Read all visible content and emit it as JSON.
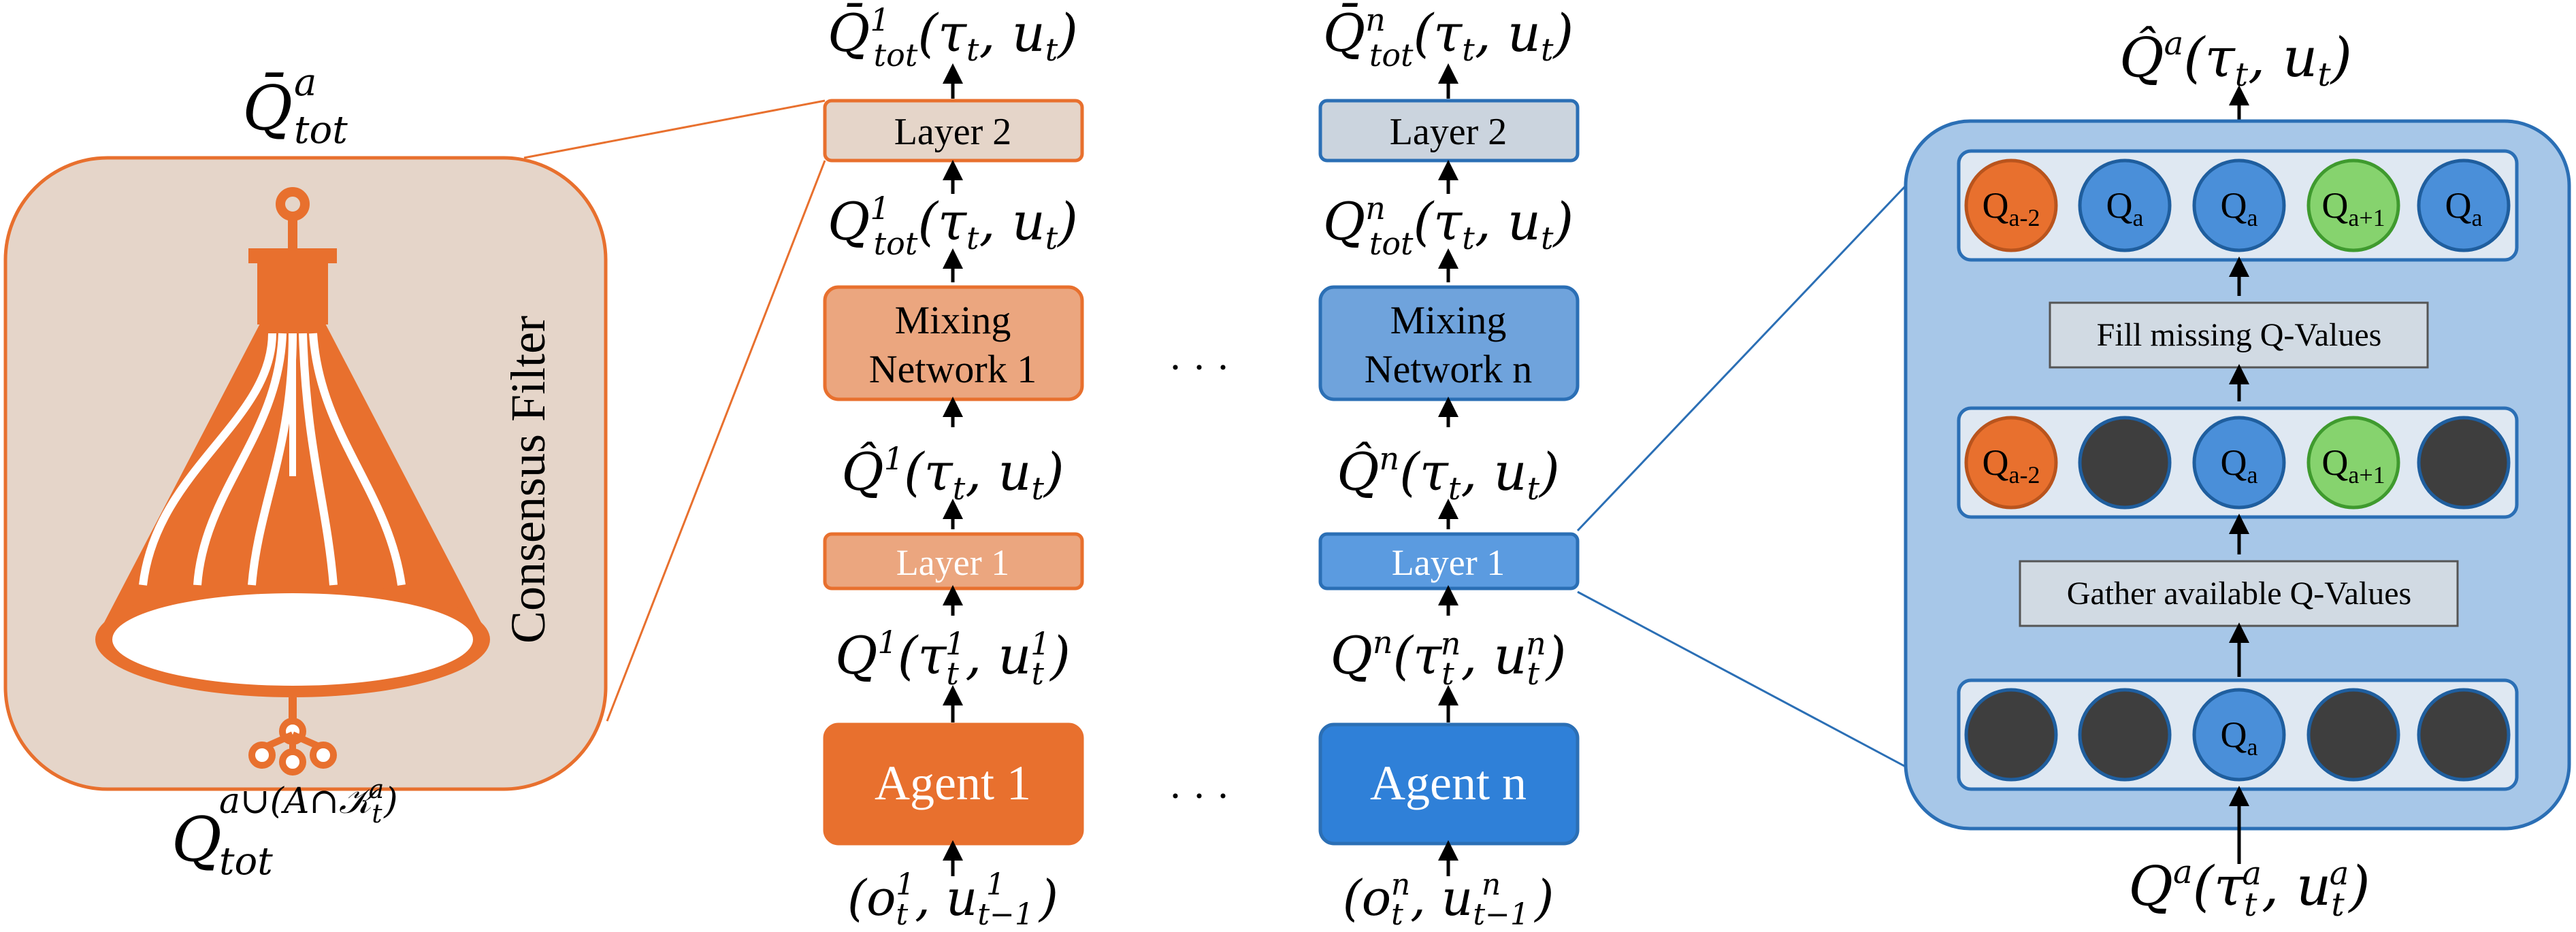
{
  "consensus": {
    "title_symbol": "Q̄",
    "title_sup": "a",
    "title_sub": "tot",
    "filter_label": "Consensus Filter",
    "bottom_symbol": "Q",
    "bottom_sup": "a∪(A∩𝒦",
    "bottom_sup_sub": "t",
    "bottom_sup_sup": "a",
    "bottom_sup_close": ")",
    "bottom_sub": "tot",
    "colors": {
      "box_fill": "#e5d5c9",
      "accent": "#e8702e"
    }
  },
  "columns": [
    {
      "top_out": {
        "sym": "Q̄",
        "sup": "1",
        "sub": "tot",
        "args": "(τ",
        "args_sub": "t",
        "args2": ", u",
        "args2_sub": "t",
        "close": ")"
      },
      "layer2": "Layer 2",
      "mid_out": {
        "sym": "Q",
        "sup": "1",
        "sub": "tot",
        "args": "(τ",
        "args_sub": "t",
        "args2": ", u",
        "args2_sub": "t",
        "close": ")"
      },
      "mixing_line1": "Mixing",
      "mixing_line2": "Network 1",
      "hat_out": {
        "sym": "Q̂",
        "sup": "1",
        "args": "(τ",
        "args_sub": "t",
        "args2": ", u",
        "args2_sub": "t",
        "close": ")"
      },
      "layer1": "Layer 1",
      "agent_out": {
        "sym": "Q",
        "sup": "1",
        "args": "(τ",
        "args_sub": "t",
        "args_sup": "1",
        "args2": ", u",
        "args2_sub": "t",
        "args2_sup": "1",
        "close": ")"
      },
      "agent": "Agent 1",
      "input": {
        "open": "(o",
        "sub": "t",
        "sup": "1",
        "mid": ", u",
        "sub2": "t−1",
        "sup2": "1",
        "close": ")"
      }
    },
    {
      "top_out": {
        "sym": "Q̄",
        "sup": "n",
        "sub": "tot",
        "args": "(τ",
        "args_sub": "t",
        "args2": ", u",
        "args2_sub": "t",
        "close": ")"
      },
      "layer2": "Layer 2",
      "mid_out": {
        "sym": "Q",
        "sup": "n",
        "sub": "tot",
        "args": "(τ",
        "args_sub": "t",
        "args2": ", u",
        "args2_sub": "t",
        "close": ")"
      },
      "mixing_line1": "Mixing",
      "mixing_line2": "Network n",
      "hat_out": {
        "sym": "Q̂",
        "sup": "n",
        "args": "(τ",
        "args_sub": "t",
        "args2": ", u",
        "args2_sub": "t",
        "close": ")"
      },
      "layer1": "Layer 1",
      "agent_out": {
        "sym": "Q",
        "sup": "n",
        "args": "(τ",
        "args_sub": "t",
        "args_sup": "n",
        "args2": ", u",
        "args2_sub": "t",
        "args2_sup": "n",
        "close": ")"
      },
      "agent": "Agent n",
      "input": {
        "open": "(o",
        "sub": "t",
        "sup": "n",
        "mid": ", u",
        "sub2": "t−1",
        "sup2": "n",
        "close": ")"
      }
    }
  ],
  "ellipsis": "· · ·",
  "detail": {
    "output": {
      "sym": "Q̂",
      "sup": "a",
      "args": "(τ",
      "args_sub": "t",
      "args2": ", u",
      "args2_sub": "t",
      "close": ")"
    },
    "input": {
      "sym": "Q",
      "sup": "a",
      "args": "(τ",
      "args_sub": "t",
      "args_sup": "a",
      "args2": ", u",
      "args2_sub": "t",
      "args2_sup": "a",
      "close": ")"
    },
    "fill_label": "Fill missing Q-Values",
    "gather_label": "Gather available Q-Values",
    "row_top": [
      {
        "label": "Q",
        "sub": "a-2",
        "kind": "orange"
      },
      {
        "label": "Q",
        "sub": "a",
        "kind": "blue"
      },
      {
        "label": "Q",
        "sub": "a",
        "kind": "blue"
      },
      {
        "label": "Q",
        "sub": "a+1",
        "kind": "green"
      },
      {
        "label": "Q",
        "sub": "a",
        "kind": "blue"
      }
    ],
    "row_mid": [
      {
        "label": "Q",
        "sub": "a-2",
        "kind": "orange"
      },
      {
        "label": "",
        "sub": "",
        "kind": "dark"
      },
      {
        "label": "Q",
        "sub": "a",
        "kind": "blue"
      },
      {
        "label": "Q",
        "sub": "a+1",
        "kind": "green"
      },
      {
        "label": "",
        "sub": "",
        "kind": "dark"
      }
    ],
    "row_bottom": [
      {
        "label": "",
        "sub": "",
        "kind": "dark"
      },
      {
        "label": "",
        "sub": "",
        "kind": "dark"
      },
      {
        "label": "Q",
        "sub": "a",
        "kind": "blue"
      },
      {
        "label": "",
        "sub": "",
        "kind": "dark"
      },
      {
        "label": "",
        "sub": "",
        "kind": "dark"
      }
    ],
    "colors": {
      "panel": "#a7c7e8",
      "row": "#dfe8f2",
      "orange": "#e8702e",
      "blue": "#4a8fd9",
      "green": "#86d36e",
      "dark": "#3e3e3e"
    }
  }
}
